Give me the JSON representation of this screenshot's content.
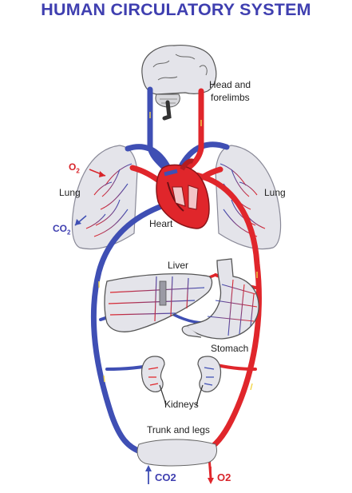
{
  "title": "HUMAN CIRCULATORY SYSTEM",
  "labels": {
    "head_line1": "Head and",
    "head_line2": "forelimbs",
    "lung_left": "Lung",
    "lung_right": "Lung",
    "heart": "Heart",
    "liver": "Liver",
    "stomach": "Stomach",
    "kidneys": "Kidneys",
    "trunk_legs": "Trunk and legs"
  },
  "gas": {
    "o2_top_main": "O",
    "o2_top_sub": "2",
    "co2_left_main": "CO",
    "co2_left_sub": "2",
    "co2_bottom": "CO2",
    "o2_bottom": "O2"
  },
  "colors": {
    "oxygenated": "#e0262b",
    "deoxygenated": "#3f4fb4",
    "title": "#3f3fb0",
    "organ_fill": "#e4e4ea"
  }
}
